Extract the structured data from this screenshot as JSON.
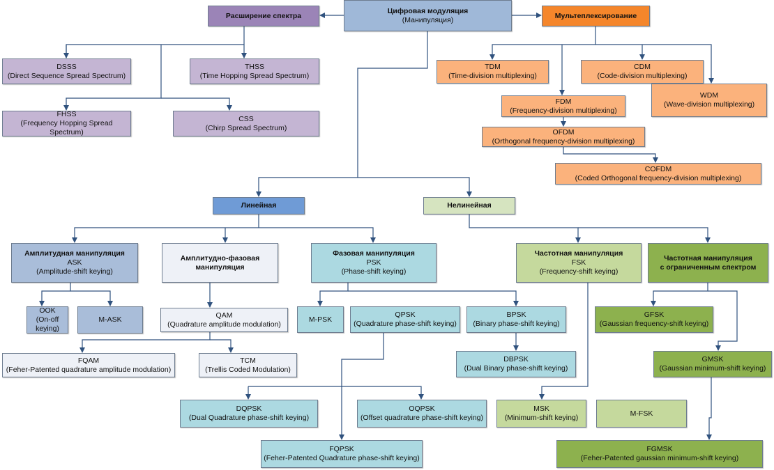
{
  "colors": {
    "root": "#9fb8d8",
    "spread": "#9b84b7",
    "spread_item": "#c4b5d3",
    "mux": "#f5862b",
    "mux_item": "#fbb27c",
    "linear": "#6f9bd6",
    "nonlinear": "#d6e4c0",
    "ask": "#a9bdd9",
    "apm": "#eef1f7",
    "psk": "#acd9e1",
    "fsk": "#c5d99d",
    "fsk_limited": "#8db14e",
    "line": "#30527e"
  },
  "nodes": {
    "root": {
      "title": "Цифровая модуляция",
      "sub": "(Манипуляция)",
      "bold": true
    },
    "spread": {
      "title": "Расширение спектра",
      "bold": true
    },
    "mux": {
      "title": "Мультеплексирование",
      "bold": true
    },
    "dsss": {
      "title": "DSSS",
      "sub": "(Direct Sequence Spread Spectrum)"
    },
    "thss": {
      "title": "THSS",
      "sub": "(Time Hopping Spread Spectrum)"
    },
    "fhss": {
      "title": "FHSS",
      "sub": "(Frequency Hopping Spread Spectrum)"
    },
    "css": {
      "title": "CSS",
      "sub": "(Chirp Spread Spectrum)"
    },
    "tdm": {
      "title": "TDM",
      "sub": "(Time-division multiplexing)"
    },
    "cdm": {
      "title": "CDM",
      "sub": "(Code-division multiplexing)"
    },
    "fdm": {
      "title": "FDM",
      "sub": "(Frequency-division multiplexing)"
    },
    "wdm": {
      "title": "WDM",
      "sub": "(Wave-division multiplexing)"
    },
    "ofdm": {
      "title": "OFDM",
      "sub": "(Orthogonal frequency-division multiplexing)"
    },
    "cofdm": {
      "title": "COFDM",
      "sub": "(Coded Orthogonal frequency-division multiplexing)"
    },
    "linear": {
      "title": "Линейная",
      "bold": true
    },
    "nonlinear": {
      "title": "Нелинейная",
      "bold": true
    },
    "ask": {
      "title": "Амплитудная манипуляция",
      "sub": "ASK",
      "sub2": "(Amplitude-shift keying)",
      "bold": true
    },
    "apm": {
      "title": "Амплитудно-фазовая",
      "sub": "манипуляция",
      "bold": true,
      "subbold": true
    },
    "psk": {
      "title": "Фазовая манипуляция",
      "sub": "PSK",
      "sub2": "(Phase-shift keying)",
      "bold": true
    },
    "fsk": {
      "title": "Частотная манипуляция",
      "sub": "FSK",
      "sub2": "(Frequency-shift keying)",
      "bold": true
    },
    "fskl": {
      "title": "Частотная манипуляция",
      "sub": "с ограниченным спектром",
      "bold": true,
      "subbold": true
    },
    "ook": {
      "title": "OOK",
      "sub": "(On-off keying)"
    },
    "mask": {
      "title": "M-ASK"
    },
    "qam": {
      "title": "QAM",
      "sub": "(Quadrature amplitude modulation)"
    },
    "fqam": {
      "title": "FQAM",
      "sub": "(Feher-Patented quadrature amplitude modulation)"
    },
    "tcm": {
      "title": "TCM",
      "sub": "(Trellis Coded Modulation)"
    },
    "mpsk": {
      "title": "M-PSK"
    },
    "qpsk": {
      "title": "QPSK",
      "sub": "(Quadrature phase-shift keying)"
    },
    "bpsk": {
      "title": "BPSK",
      "sub": "(Binary phase-shift keying)"
    },
    "dbpsk": {
      "title": "DBPSK",
      "sub": "(Dual Binary phase-shift keying)"
    },
    "dqpsk": {
      "title": "DQPSK",
      "sub": "(Dual Quadrature phase-shift keying)"
    },
    "oqpsk": {
      "title": "OQPSK",
      "sub": "(Offset quadrature phase-shift keying)"
    },
    "fqpsk": {
      "title": "FQPSK",
      "sub": "(Feher-Patented Quadrature phase-shift keying)"
    },
    "msk": {
      "title": "MSK",
      "sub": "(Minimum-shift keying)"
    },
    "mfsk": {
      "title": "M-FSK"
    },
    "gfsk": {
      "title": "GFSK",
      "sub": "(Gaussian frequency-shift keying)"
    },
    "gmsk": {
      "title": "GMSK",
      "sub": "(Gaussian minimum-shift keying)"
    },
    "fgmsk": {
      "title": "FGMSK",
      "sub": "(Feher-Patented gaussian minimum-shift keying)"
    }
  }
}
